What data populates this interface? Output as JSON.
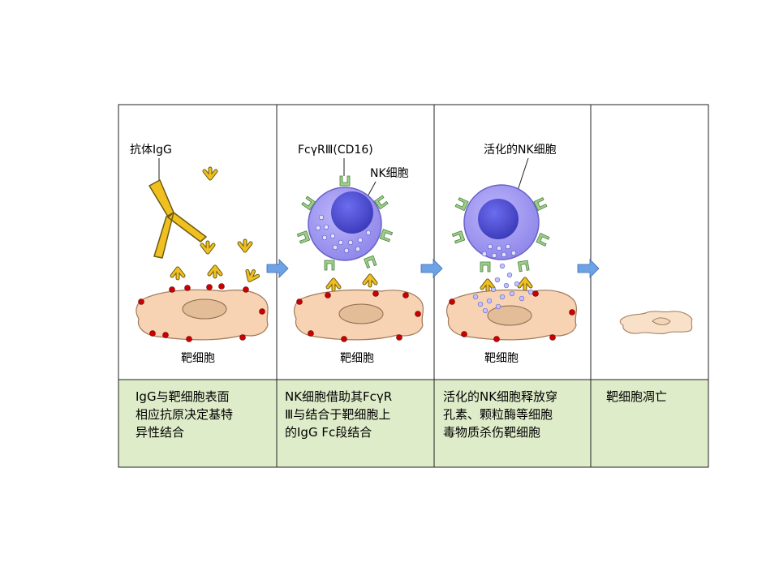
{
  "panels": [
    {
      "labels": {
        "antibody": "抗体IgG",
        "target": "靶细胞"
      },
      "caption": [
        "IgG与靶细胞表面",
        "相应抗原决定基特",
        "异性结合"
      ]
    },
    {
      "labels": {
        "receptor": "FcγRⅢ(CD16)",
        "nk": "NK细胞",
        "target": "靶细胞"
      },
      "caption": [
        "NK细胞借助其FcγR",
        "Ⅲ与结合于靶细胞上",
        "的IgG Fc段结合"
      ]
    },
    {
      "labels": {
        "activated": "活化的NK细胞",
        "target": "靶细胞"
      },
      "caption": [
        "活化的NK细胞释放穿",
        "孔素、颗粒酶等细胞",
        "毒物质杀伤靶细胞"
      ]
    },
    {
      "labels": {},
      "caption": [
        "靶细胞凋亡"
      ]
    }
  ],
  "colors": {
    "caption_bg": "#dfecc9",
    "target_cell": "#f7d3b4",
    "nucleus": "#e3bd98",
    "antigen": "#cc0000",
    "antibody": "#f0c020",
    "nk_cytoplasm": "#a39af0",
    "nk_nucleus": "#4f4fd2",
    "receptor": "#9ccf8a",
    "arrow": "#6ea2e6",
    "granule": "#c3c3f6"
  }
}
